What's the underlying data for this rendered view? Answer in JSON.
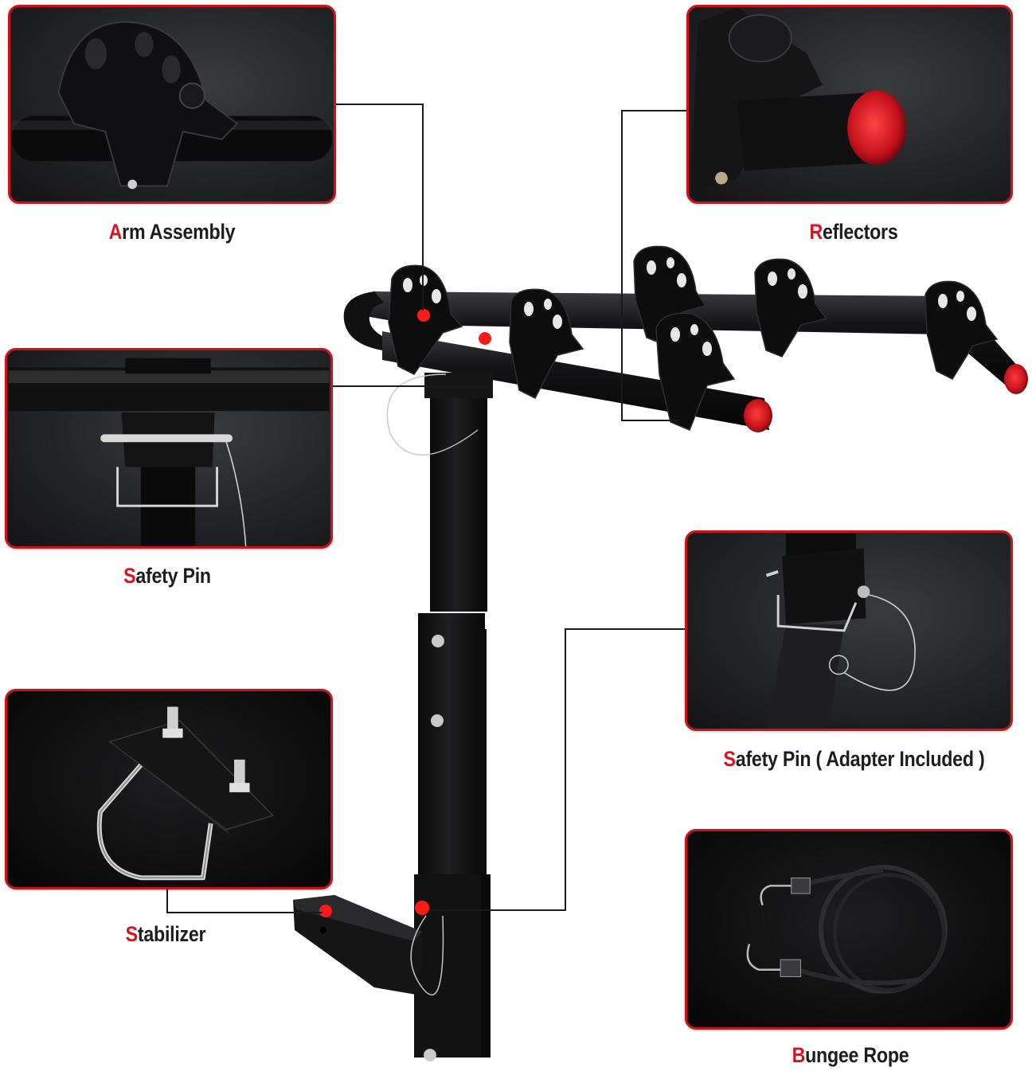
{
  "infographic": {
    "theme": {
      "accent_red": "#d7141d",
      "panel_border": "#c8141c",
      "label_color": "#1d1d1d",
      "connector_color": "#1a1a1a",
      "background": "#ffffff"
    },
    "callouts": [
      {
        "id": "arm-assembly",
        "first_letter": "A",
        "rest": "rm Assembly",
        "full": "Arm Assembly",
        "position": "top-left"
      },
      {
        "id": "reflectors",
        "first_letter": "R",
        "rest": "eflectors",
        "full": "Reflectors",
        "position": "top-right"
      },
      {
        "id": "safety-pin",
        "first_letter": "S",
        "rest": "afety Pin",
        "full": "Safety Pin",
        "position": "middle-left"
      },
      {
        "id": "safety-pin-adapter",
        "first_letter": "S",
        "rest": "afety Pin ( Adapter Included )",
        "full": "Safety Pin ( Adapter Included )",
        "position": "middle-right"
      },
      {
        "id": "stabilizer",
        "first_letter": "S",
        "rest": "tabilizer",
        "full": "Stabilizer",
        "position": "bottom-left"
      },
      {
        "id": "bungee-rope",
        "first_letter": "B",
        "rest": "ungee Rope",
        "full": "Bungee Rope",
        "position": "bottom-right"
      }
    ],
    "product": {
      "description": "3-bike hitch mount bike rack",
      "bike_cradles": 6,
      "reflector_caps": 2,
      "marker_dots": 4
    }
  }
}
